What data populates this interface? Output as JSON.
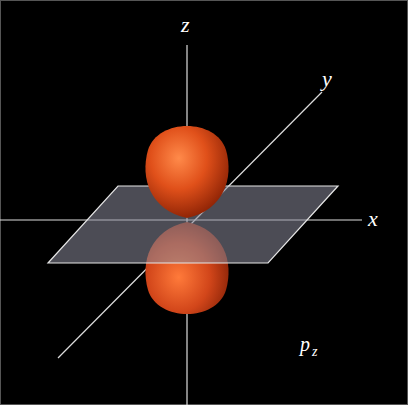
{
  "diagram": {
    "labels": [
      "z",
      "y",
      "x",
      "p",
      "z"
    ]
  }
}
